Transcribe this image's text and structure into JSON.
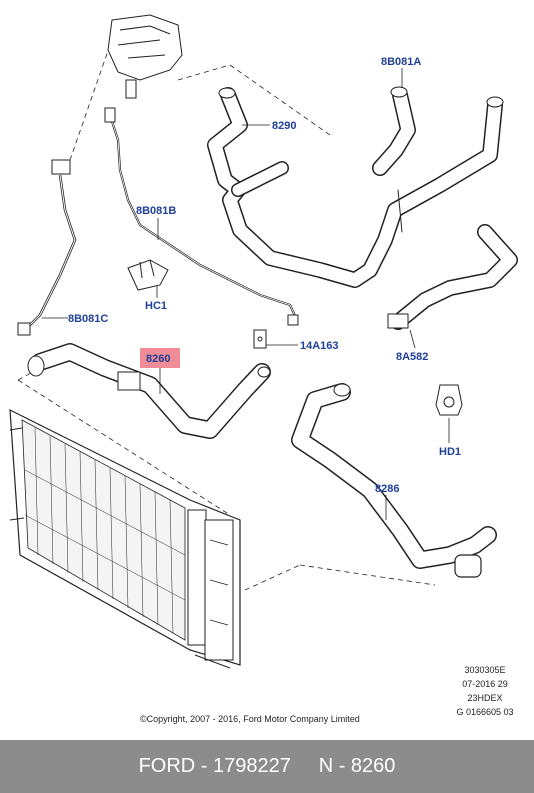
{
  "callouts": {
    "c_8b081a_top": "8B081A",
    "c_8290": "8290",
    "c_8b081b": "8B081B",
    "c_hc1": "HC1",
    "c_8b081c": "8B081C",
    "c_14a163": "14A163",
    "c_8260": "8260",
    "c_8a582": "8A582",
    "c_hd1": "HD1",
    "c_8286": "8286"
  },
  "highlight_color": "#f08c96",
  "callout_color": "#1f3f99",
  "drawing_ref": {
    "line1": "3030305E",
    "line2": "07-2016 29",
    "line3": "23HDEX",
    "line4": "G 0166605 03"
  },
  "copyright": "©Copyright, 2007 - 2016, Ford Motor Company Limited",
  "footer": {
    "brand": "FORD",
    "sep": " - ",
    "part_number": "1798227",
    "gap": "     ",
    "label_n": "N - ",
    "ref": "8260"
  }
}
